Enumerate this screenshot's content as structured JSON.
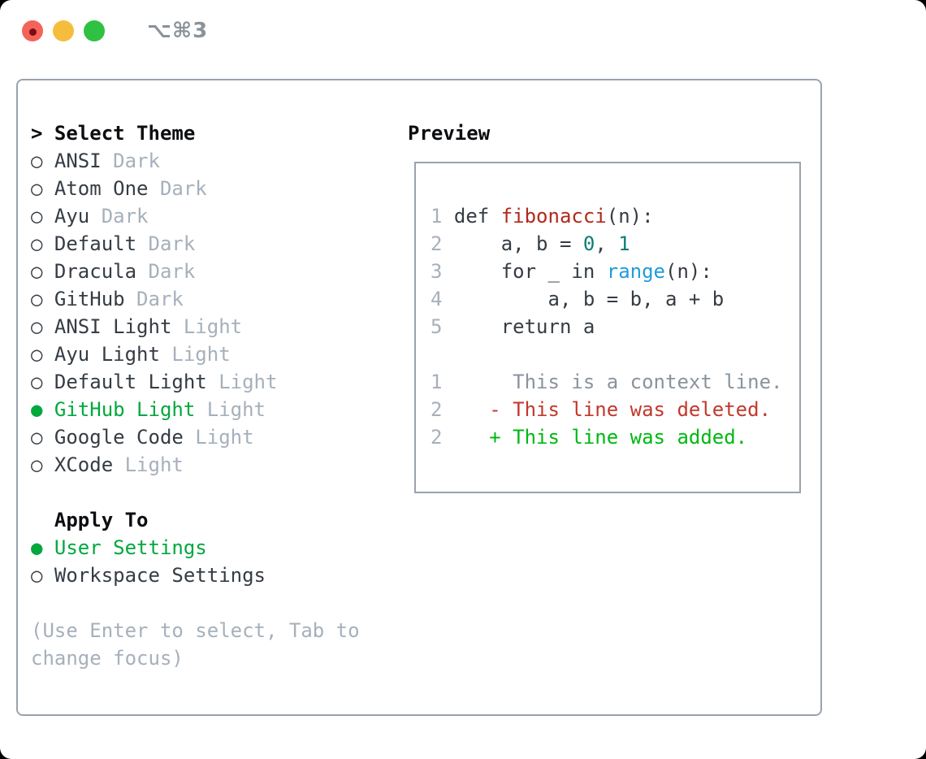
{
  "window": {
    "title": "⌥⌘3",
    "traffic_lights": [
      {
        "name": "close",
        "color": "#f4635a",
        "has_dot": true
      },
      {
        "name": "minimize",
        "color": "#f6bd3d",
        "has_dot": false
      },
      {
        "name": "zoom",
        "color": "#2fc141",
        "has_dot": false
      }
    ]
  },
  "markers": {
    "cursor": ">",
    "selected": "●",
    "unselected": "○"
  },
  "theme_panel": {
    "select_label": "Select Theme",
    "themes": [
      {
        "name": "ANSI",
        "variant": "Dark",
        "selected": false
      },
      {
        "name": "Atom One",
        "variant": "Dark",
        "selected": false
      },
      {
        "name": "Ayu",
        "variant": "Dark",
        "selected": false
      },
      {
        "name": "Default",
        "variant": "Dark",
        "selected": false
      },
      {
        "name": "Dracula",
        "variant": "Dark",
        "selected": false
      },
      {
        "name": "GitHub",
        "variant": "Dark",
        "selected": false
      },
      {
        "name": "ANSI Light",
        "variant": "Light",
        "selected": false
      },
      {
        "name": "Ayu Light",
        "variant": "Light",
        "selected": false
      },
      {
        "name": "Default Light",
        "variant": "Light",
        "selected": false
      },
      {
        "name": "GitHub Light",
        "variant": "Light",
        "selected": true
      },
      {
        "name": "Google Code",
        "variant": "Light",
        "selected": false
      },
      {
        "name": "XCode",
        "variant": "Light",
        "selected": false
      }
    ],
    "apply_to": {
      "label": "Apply To",
      "options": [
        {
          "label": "User Settings",
          "selected": true
        },
        {
          "label": "Workspace Settings",
          "selected": false
        }
      ]
    },
    "hint_lines": [
      "(Use Enter to select, Tab to",
      "change focus)"
    ]
  },
  "preview": {
    "label": "Preview",
    "code_lines": [
      {
        "num": "1",
        "tokens": [
          {
            "c": "plain",
            "t": "def "
          },
          {
            "c": "func",
            "t": "fibonacci"
          },
          {
            "c": "plain",
            "t": "(n):"
          }
        ]
      },
      {
        "num": "2",
        "tokens": [
          {
            "c": "plain",
            "t": "    a, b = "
          },
          {
            "c": "num",
            "t": "0"
          },
          {
            "c": "plain",
            "t": ", "
          },
          {
            "c": "num",
            "t": "1"
          }
        ]
      },
      {
        "num": "3",
        "tokens": [
          {
            "c": "plain",
            "t": "    for _ in "
          },
          {
            "c": "builtin",
            "t": "range"
          },
          {
            "c": "plain",
            "t": "(n):"
          }
        ]
      },
      {
        "num": "4",
        "tokens": [
          {
            "c": "plain",
            "t": "        a, b = b, a + b"
          }
        ]
      },
      {
        "num": "5",
        "tokens": [
          {
            "c": "plain",
            "t": "    return a"
          }
        ]
      }
    ],
    "diff_lines": [
      {
        "num": "1",
        "type": "context",
        "body": "      This is a context line."
      },
      {
        "num": "2",
        "type": "deleted",
        "body": "    - This line was deleted."
      },
      {
        "num": "2",
        "type": "added",
        "body": "    + This line was added."
      }
    ]
  },
  "colors": {
    "accent_green": "#00a83e",
    "added_green": "#00b811",
    "deleted_red": "#c1382c",
    "function_red": "#b02a1c",
    "number_teal": "#0b7d74",
    "builtin_blue": "#1f9cdb",
    "text_dark": "#353c44",
    "header_black": "#0b0d10",
    "muted_gray": "#a6b0bb",
    "context_gray": "#8a939d",
    "border_gray": "#9aa3ad",
    "title_gray": "#8b9299",
    "traffic_red": "#f4635a",
    "traffic_red_dot": "#7a0d12",
    "traffic_yellow": "#f6bd3d",
    "traffic_green": "#2fc141"
  }
}
